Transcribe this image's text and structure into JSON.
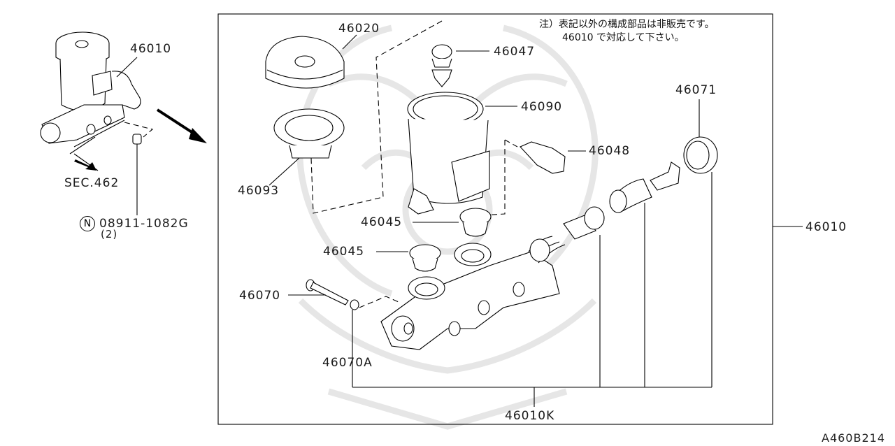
{
  "diagram": {
    "title_note": {
      "line1": "注）表記以外の構成部品は非販売です。",
      "line2": "46010 で対応して下さい。"
    },
    "drawing_code": "A460B214",
    "overview": {
      "assembly_label": "46010",
      "section_ref": "SEC.462",
      "nut_symbol": "N",
      "nut_part": "08911-1082G",
      "nut_qty": "(2)"
    },
    "parts": [
      {
        "id": "46020",
        "desc": "reservoir-cap"
      },
      {
        "id": "46047",
        "desc": "level-sensor-plug"
      },
      {
        "id": "46090",
        "desc": "reservoir-tank"
      },
      {
        "id": "46048",
        "desc": "sensor-connector"
      },
      {
        "id": "46071",
        "desc": "piston-seal-ring"
      },
      {
        "id": "46093",
        "desc": "strainer"
      },
      {
        "id": "46045",
        "desc": "grommet-upper"
      },
      {
        "id": "46045",
        "desc": "grommet-lower"
      },
      {
        "id": "46070",
        "desc": "stopper-bolt"
      },
      {
        "id": "46070A",
        "desc": "washer"
      },
      {
        "id": "46010K",
        "desc": "piston-kit"
      },
      {
        "id": "46010",
        "desc": "master-cylinder-assembly"
      }
    ],
    "colors": {
      "line": "#000000",
      "background": "#ffffff",
      "watermark": "#e6e6e6"
    }
  }
}
